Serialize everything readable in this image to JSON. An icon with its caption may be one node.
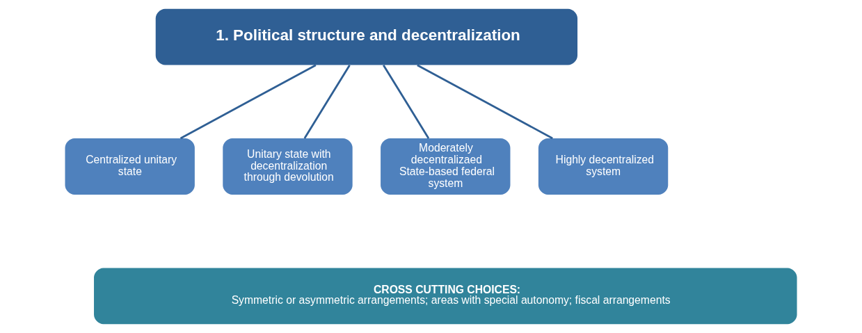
{
  "diagram": {
    "nodes": [
      {
        "text": [
          "1. Political structure and decentralization"
        ]
      },
      {
        "text": [
          "Centralized unitary state"
        ]
      },
      {
        "text": [
          "Unitary state with decentralization through devolution"
        ]
      },
      {
        "text": [
          "Moderately decentralizaed State-based federal system"
        ]
      },
      {
        "text": [
          "Highly decentralized system"
        ]
      },
      {
        "text": [
          "CROSS CUTTING CHOICES:",
          "Symmetric or asymmetric arrangements; areas with special autonomy; fiscal arrangements"
        ]
      }
    ],
    "edges": [
      {
        "from": 0,
        "to": 1,
        "arrow": "none"
      },
      {
        "from": 0,
        "to": 2,
        "arrow": "none"
      },
      {
        "from": 0,
        "to": 3,
        "arrow": "none"
      },
      {
        "from": 0,
        "to": 4,
        "arrow": "none"
      }
    ]
  }
}
